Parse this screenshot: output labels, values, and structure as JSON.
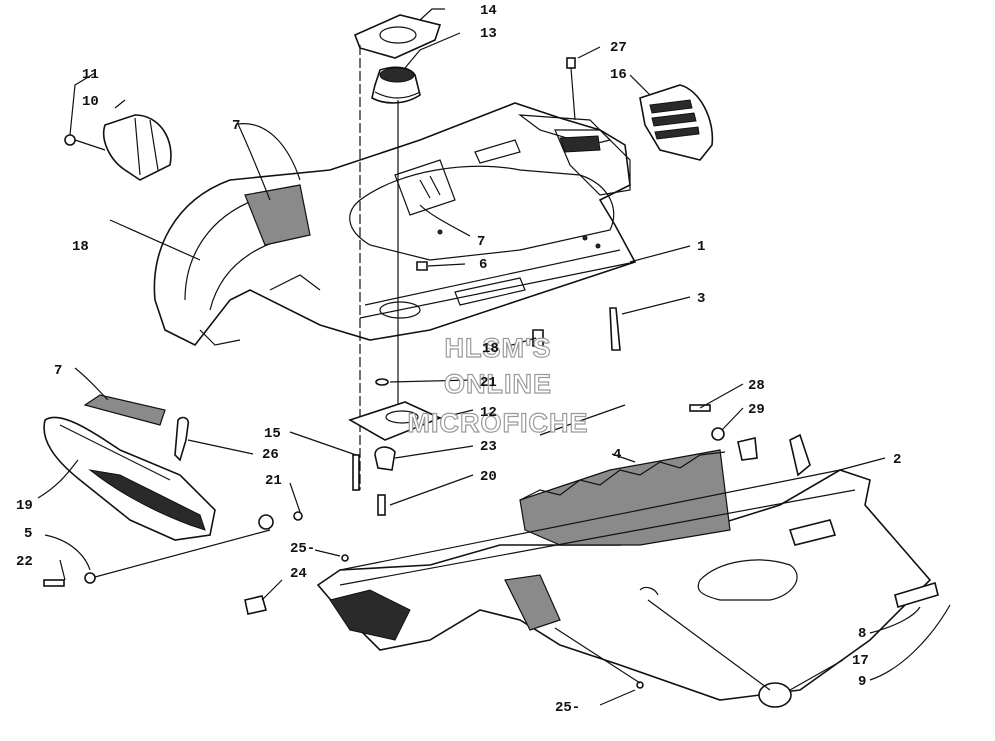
{
  "watermark": {
    "line1": "HLSM'S",
    "line2": "ONLINE",
    "line3": "MICROFICHE"
  },
  "callouts": {
    "c1": "1",
    "c2": "2",
    "c3": "3",
    "c4": "4",
    "c5": "5",
    "c6": "6",
    "c7a": "7",
    "c7b": "7",
    "c7c": "7",
    "c8": "8",
    "c9": "9",
    "c10": "10",
    "c11": "11",
    "c12": "12",
    "c13": "13",
    "c14": "14",
    "c15": "15",
    "c16": "16",
    "c17": "17",
    "c18a": "18",
    "c18b": "18",
    "c19": "19",
    "c20": "20",
    "c21a": "21",
    "c21b": "21",
    "c22": "22",
    "c23": "23",
    "c24": "24",
    "c25a": "25-",
    "c25b": "25-",
    "c26": "26",
    "c27": "27",
    "c28": "28",
    "c29": "29"
  }
}
